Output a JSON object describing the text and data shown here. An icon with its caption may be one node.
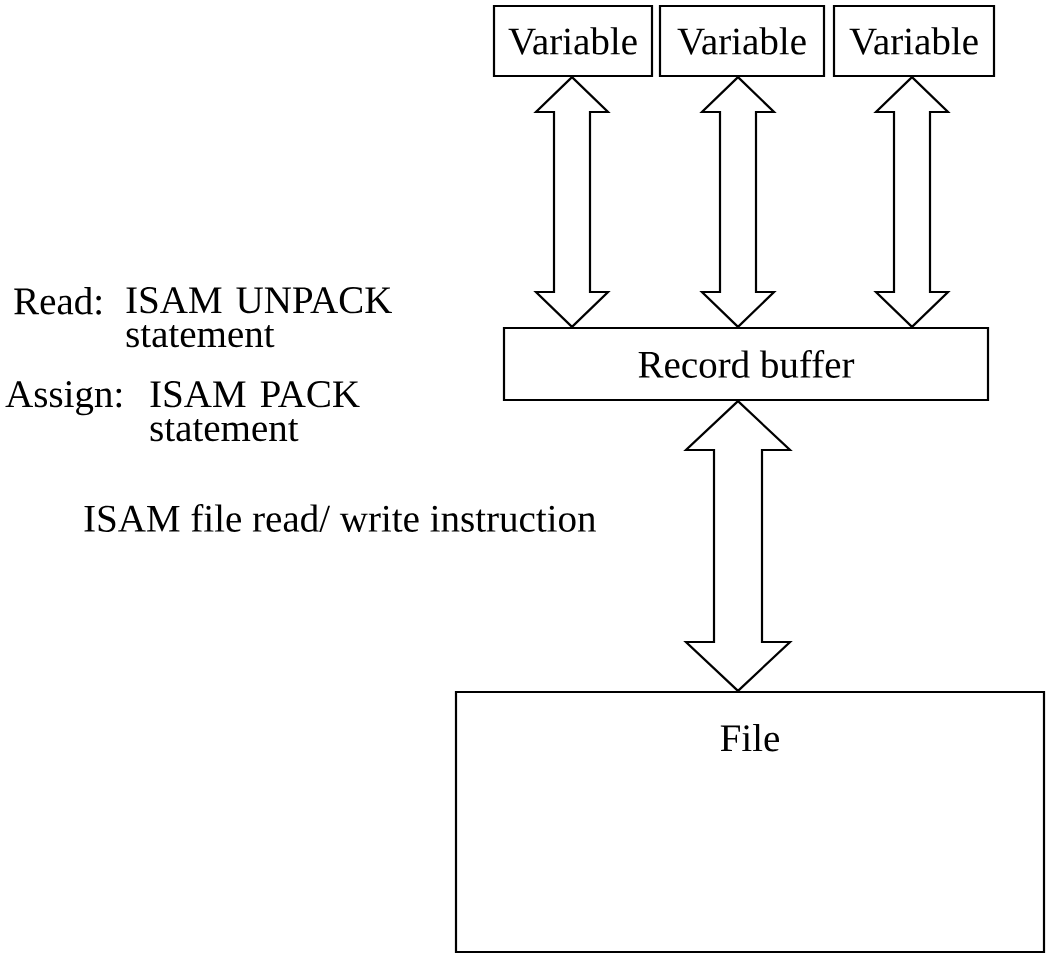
{
  "diagram": {
    "nodes": [
      {
        "text": [
          "Variable"
        ]
      },
      {
        "text": [
          "Variable"
        ]
      },
      {
        "text": [
          "Variable"
        ]
      },
      {
        "text": [
          "Record buffer"
        ]
      },
      {
        "text": [
          "File"
        ]
      }
    ],
    "edges": [
      {
        "from": 0,
        "to": 3,
        "arrow": "both"
      },
      {
        "from": 1,
        "to": 3,
        "arrow": "both"
      },
      {
        "from": 2,
        "to": 3,
        "arrow": "both"
      },
      {
        "from": 3,
        "to": 4,
        "arrow": "both",
        "label": "ISAM file read/ write instruction"
      }
    ],
    "labels": [
      "Read:",
      "ISAM UNPACK statement",
      "Assign:",
      "ISAM PACK statement"
    ]
  }
}
